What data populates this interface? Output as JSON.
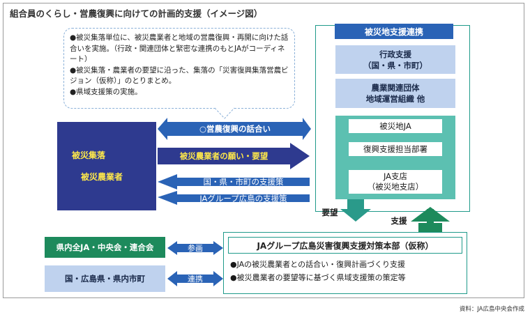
{
  "title": "組合員のくらし・営農復興に向けての計画的支援（イメージ図）",
  "callout": {
    "items": [
      "●被災集落単位に、被災農業者と地域の営農復興・再開に向けた話合いを実施。（行政・関連団体と緊密な連携のもとJAがコーディネート）",
      "●被災集落・農業者の要望に沿った、集落の「災害復興集落営農ビジョン（仮称）」のとりまとめ。",
      "●県域支援策の実施。"
    ]
  },
  "left_box": {
    "line1": "被災集落",
    "line2": "被災農業者"
  },
  "arrows": {
    "talks": "○営農復興の話合い",
    "wishes": "被災農業者の願い・要望",
    "gov_support": "国・県・市町の支援策",
    "ja_support": "JAグループ広島の支援策",
    "request": "要望",
    "support": "支援"
  },
  "right_panel": {
    "header": "被災地支援連携",
    "gov_line1": "行政支援",
    "gov_line2": "（国・県・市町）",
    "org_line1": "農業関連団体",
    "org_line2": "地域運営組織 他",
    "ja": "被災地JA",
    "dept": "復興支援担当部署",
    "branch_line1": "JA支店",
    "branch_line2": "（被災地支店）"
  },
  "bottom": {
    "left_top": "県内全JA・中央会・連合会",
    "left_bottom": "国・広島県・県内市町",
    "participate": "参画",
    "cooperate": "連携",
    "hq": "JAグループ広島災害復興支援対策本部（仮称）",
    "items": [
      "●JAの被災農業者との話合い・復興計画づくり支援",
      "●被災農業者の要望等に基づく県域支援策の策定等"
    ]
  },
  "source": "資料：JA広島中央会作成",
  "colors": {
    "navy": "#2e3a8f",
    "blue": "#2a63b6",
    "teal": "#1f9a8a",
    "green": "#1d8a5c",
    "pale_blue": "#bfd2ee",
    "yellow": "#ffe94a"
  }
}
